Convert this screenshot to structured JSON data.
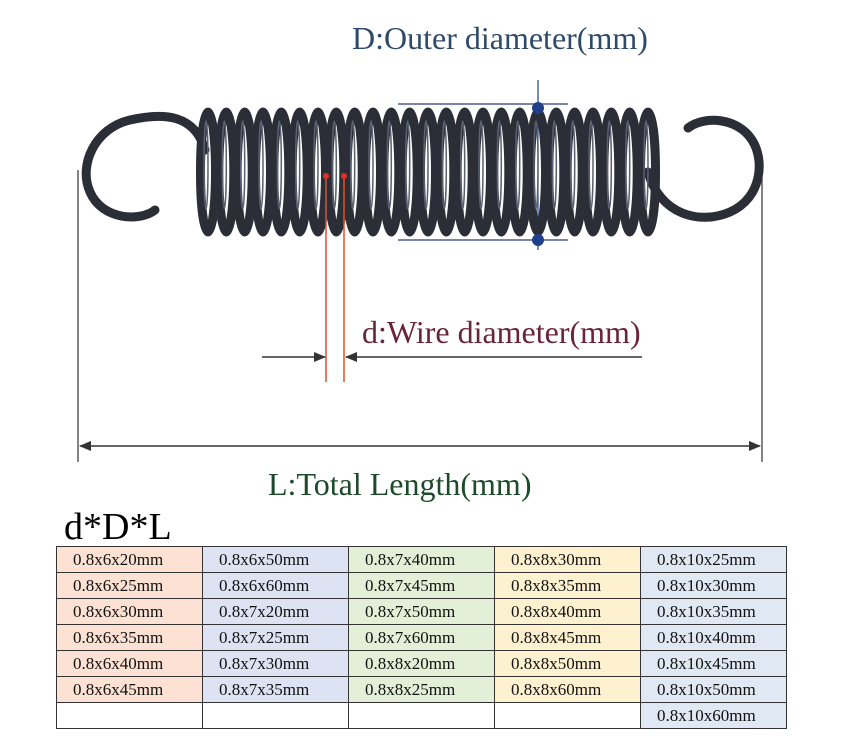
{
  "labels": {
    "outer_diameter": "D:Outer diameter(mm)",
    "wire_diameter": "d:Wire diameter(mm)",
    "total_length": "L:Total Length(mm)",
    "formula": "d*D*L"
  },
  "colors": {
    "spring": "#2b2e36",
    "guide_line": "#1f3f8a",
    "wire_marker": "#e0502a",
    "arrow": "#333333",
    "col_1": "#fde2d4",
    "col_2": "#dde3f2",
    "col_3": "#e3efd6",
    "col_4": "#fdf1cf",
    "col_5": "#dfe8f3"
  },
  "table": {
    "columns": [
      [
        "0.8x6x20mm",
        "0.8x6x25mm",
        "0.8x6x30mm",
        "0.8x6x35mm",
        "0.8x6x40mm",
        "0.8x6x45mm",
        ""
      ],
      [
        "0.8x6x50mm",
        "0.8x6x60mm",
        "0.8x7x20mm",
        "0.8x7x25mm",
        "0.8x7x30mm",
        "0.8x7x35mm",
        ""
      ],
      [
        "0.8x7x40mm",
        "0.8x7x45mm",
        "0.8x7x50mm",
        "0.8x7x60mm",
        "0.8x8x20mm",
        "0.8x8x25mm",
        ""
      ],
      [
        "0.8x8x30mm",
        "0.8x8x35mm",
        "0.8x8x40mm",
        "0.8x8x45mm",
        "0.8x8x50mm",
        "0.8x8x60mm",
        ""
      ],
      [
        "0.8x10x25mm",
        "0.8x10x30mm",
        "0.8x10x35mm",
        "0.8x10x40mm",
        "0.8x10x45mm",
        "0.8x10x50mm",
        "0.8x10x60mm"
      ]
    ]
  }
}
